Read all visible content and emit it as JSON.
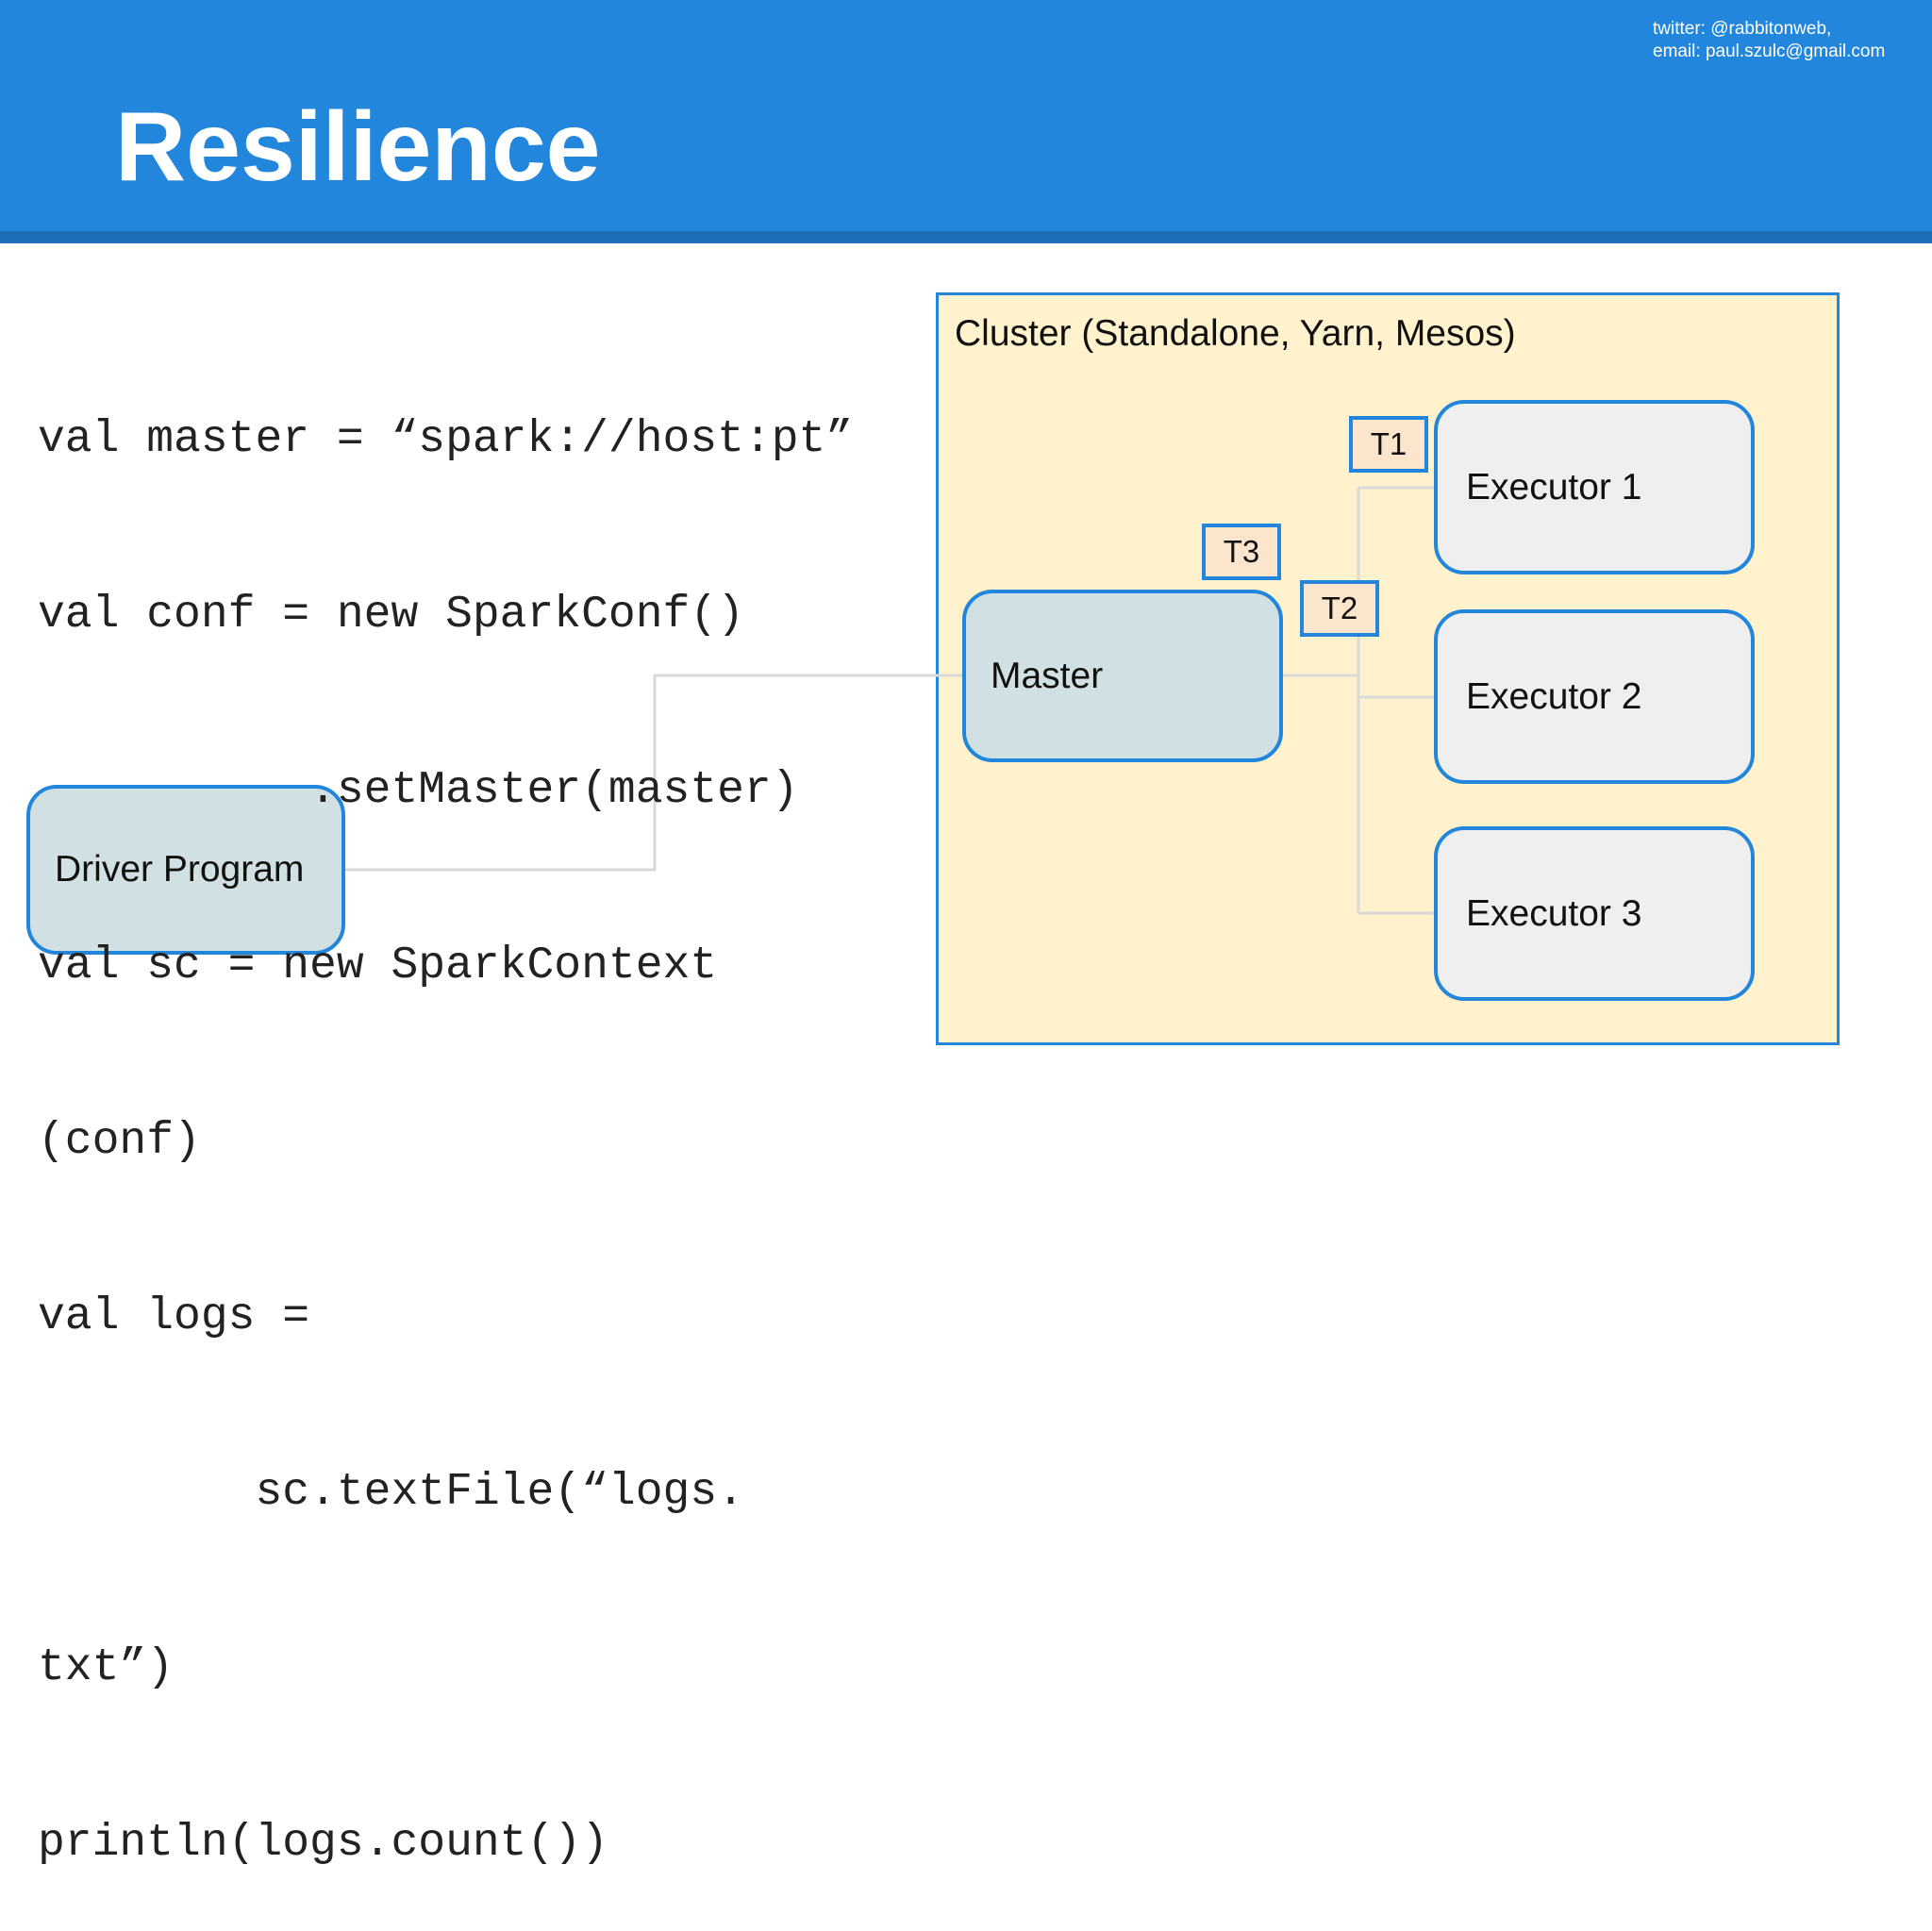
{
  "slide": {
    "title": "Resilience",
    "contact": {
      "twitter": "twitter: @rabbitonweb,",
      "email": "email: paul.szulc@gmail.com"
    }
  },
  "code": {
    "lines": [
      "val master = “spark://host:pt”",
      "val conf = new SparkConf()",
      "          .setMaster(master)",
      "val sc = new SparkContext",
      "(conf)",
      "val logs =",
      "        sc.textFile(“logs.",
      "txt”)",
      "println(logs.count())"
    ]
  },
  "diagram": {
    "cluster_label": "Cluster (Standalone, Yarn, Mesos)",
    "driver_label": "Driver Program",
    "master_label": "Master",
    "executors": [
      "Executor 1",
      "Executor 2",
      "Executor 3"
    ],
    "tasks": [
      "T1",
      "T2",
      "T3"
    ]
  },
  "colors": {
    "header": "#2287dc",
    "header_rule": "#1f6fb8",
    "node_border": "#2287dc",
    "cluster_fill": "#fff2cc",
    "master_fill": "#d0e0e3",
    "executor_fill": "#efefef",
    "task_fill": "#fce5cd",
    "connector": "#d9d9d9"
  }
}
